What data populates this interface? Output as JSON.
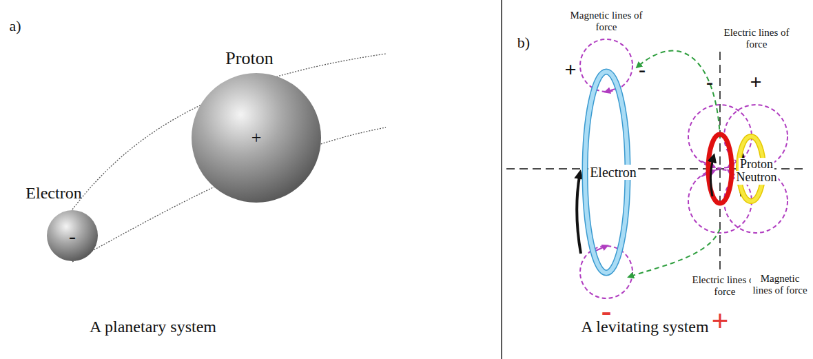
{
  "diagram": {
    "nodes": [
      {
        "text": [
          "Proton",
          "+"
        ]
      },
      {
        "text": [
          "Electron",
          "-"
        ]
      },
      {
        "text": [
          "Electron"
        ]
      },
      {
        "text": [
          "Proton",
          "Neutron"
        ]
      }
    ],
    "labels": [
      "a)",
      "A planetary system",
      "b)",
      "Magnetic lines of force",
      "Electric lines of force",
      "+",
      "-",
      "-",
      "+",
      "Electric lines of force",
      "Magnetic lines of force",
      "-",
      "+",
      "A levitating system"
    ]
  }
}
